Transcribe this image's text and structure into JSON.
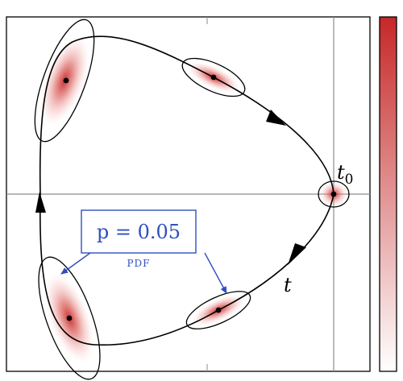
{
  "diagram": {
    "labels": {
      "start": "t",
      "start_sub": "0",
      "time": "t",
      "p_equals": "p = 0.05",
      "pdf": "PDF"
    },
    "colors": {
      "trajectory": "#000000",
      "axis_lines": "#8c8c8c",
      "annotation": "#2f4fbf",
      "density_dark": "#c62828",
      "density_light": "#ffffff"
    },
    "colorbar": {
      "from": "#c62828",
      "to": "#ffffff",
      "ticks": "none"
    },
    "uncertainty_ellipses": 5,
    "direction_arrows": 3
  }
}
